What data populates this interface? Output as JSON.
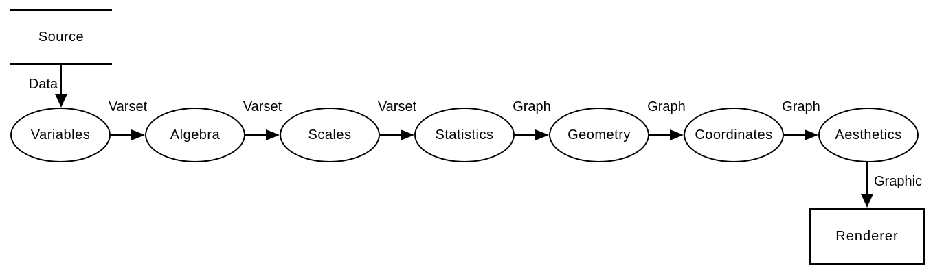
{
  "diagram": {
    "description": "Grammar of graphics pipeline flow diagram",
    "colors": {
      "stroke": "#000000",
      "background": "#ffffff",
      "text": "#000000"
    },
    "source": {
      "label": "Source"
    },
    "data_edge": {
      "label": "Data"
    },
    "stages": [
      {
        "label": "Variables"
      },
      {
        "label": "Algebra"
      },
      {
        "label": "Scales"
      },
      {
        "label": "Statistics"
      },
      {
        "label": "Geometry"
      },
      {
        "label": "Coordinates"
      },
      {
        "label": "Aesthetics"
      }
    ],
    "stage_edges": [
      {
        "label": "Varset"
      },
      {
        "label": "Varset"
      },
      {
        "label": "Varset"
      },
      {
        "label": "Graph"
      },
      {
        "label": "Graph"
      },
      {
        "label": "Graph"
      }
    ],
    "graphic_edge": {
      "label": "Graphic"
    },
    "renderer": {
      "label": "Renderer"
    }
  }
}
